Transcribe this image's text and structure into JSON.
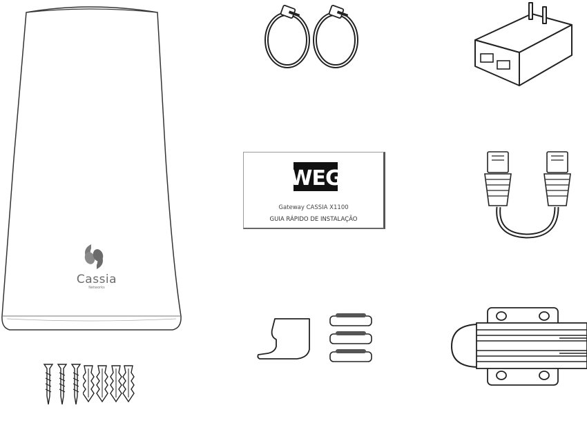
{
  "gateway": {
    "brand": "Cassia",
    "sub": "Networks",
    "icon": "cassia-logo-icon"
  },
  "guide": {
    "logo": "WEG",
    "line1": "Gateway CASSIA X1100",
    "line2": "GUIA RÁPIDO DE INSTALAÇÃO"
  },
  "accessories": [
    "hose-clamp-icon",
    "poe-adapter-icon",
    "ethernet-cable-icon",
    "wall-bracket-icon",
    "rubber-pad-icon",
    "pole-mount-icon",
    "screw-icon",
    "wall-anchor-icon"
  ],
  "colors": {
    "outline": "#333333",
    "logo_gray": "#6b6b6b"
  }
}
